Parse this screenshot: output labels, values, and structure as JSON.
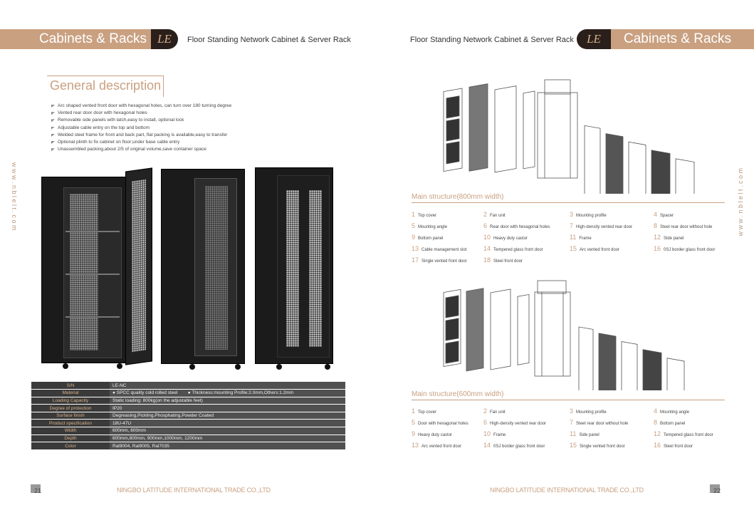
{
  "left": {
    "brand": "Cabinets & Racks",
    "logo": "LE",
    "subtitle": "Floor Standing Network Cabinet & Server Rack",
    "heading": "General description",
    "bullets": [
      "Arc shaped vented front door with hexagonal holes, can turn over 180 turning degree",
      "Vented rear door door with hexagonal holes",
      "Removable side panels with latch,easy to install, optional lock",
      "Adjustable cable entry on the top and bottom",
      "Welded steel frame for front and back part, flat packing is available,easy to transfer",
      "Optional plinth to fix cabinet on floor;under base cable entry",
      "Unassembled packing,about 2/5 of original volume,save container space"
    ],
    "specs": [
      {
        "k": "S/N",
        "v": "LE-NC"
      },
      {
        "k": "Material",
        "v": "SPCC quality cold rolled steel",
        "v2": "Thickness:mounting Profile:2.0mm,Others:1.2mm"
      },
      {
        "k": "Loading Capacity",
        "v": "Static loading: 800kg(on the adjustable feet)"
      },
      {
        "k": "Degree of protection",
        "v": "IP20"
      },
      {
        "k": "Surface finish",
        "v": "Degreasing,Pickling,Phosphating,Powder Coated"
      },
      {
        "k": "Product specification",
        "v": "18U-47U"
      },
      {
        "k": "Width",
        "v": "600mm, 800mm"
      },
      {
        "k": "Depth",
        "v": "600mm,800mm, 900mm,1000mm, 1200mm"
      },
      {
        "k": "Color",
        "v": "Ral9004, Ral9005, Ral7035"
      }
    ],
    "vertical_text": "w w w . n b l e l t . c o m",
    "footer": "NINGBO LATITUDE INTERNATIONAL TRADE CO.,LTD",
    "page": "21"
  },
  "right": {
    "brand": "Cabinets & Racks",
    "logo": "LE",
    "subtitle": "Floor Standing Network Cabinet & Server Rack",
    "section1": "Main structure(800mm width)",
    "parts1": [
      {
        "n": "1",
        "t": "Top cover"
      },
      {
        "n": "2",
        "t": "Fan unit"
      },
      {
        "n": "3",
        "t": "Mounting profile"
      },
      {
        "n": "4",
        "t": "Spacer"
      },
      {
        "n": "5",
        "t": "Mounting angle"
      },
      {
        "n": "6",
        "t": "Rear door with hexagonal holes"
      },
      {
        "n": "7",
        "t": "High-density vented rear door"
      },
      {
        "n": "8",
        "t": "Steel rear door without hole"
      },
      {
        "n": "9",
        "t": "Bottom panel"
      },
      {
        "n": "10",
        "t": "Heavy duty castor"
      },
      {
        "n": "11",
        "t": "Frame"
      },
      {
        "n": "12",
        "t": "Side panel"
      },
      {
        "n": "13",
        "t": "Cable management slot"
      },
      {
        "n": "14",
        "t": "Tempered glass front door"
      },
      {
        "n": "15",
        "t": "Arc vented front door"
      },
      {
        "n": "16",
        "t": "0SJ border glass front door"
      },
      {
        "n": "17",
        "t": "Single vented front door"
      },
      {
        "n": "18",
        "t": "Steel front door"
      }
    ],
    "section2": "Main structure(600mm width)",
    "parts2": [
      {
        "n": "1",
        "t": "Top cover"
      },
      {
        "n": "2",
        "t": "Fan unit"
      },
      {
        "n": "3",
        "t": "Mounting profile"
      },
      {
        "n": "4",
        "t": "Mounting angle"
      },
      {
        "n": "5",
        "t": "Door with hexagonal holes"
      },
      {
        "n": "6",
        "t": "High-density vented rear door"
      },
      {
        "n": "7",
        "t": "Steel rear door without hole"
      },
      {
        "n": "8",
        "t": "Bottom panel"
      },
      {
        "n": "9",
        "t": "Heavy duty castor"
      },
      {
        "n": "10",
        "t": "Frame"
      },
      {
        "n": "11",
        "t": "Side panel"
      },
      {
        "n": "12",
        "t": "Tempered glass front door"
      },
      {
        "n": "13",
        "t": "Arc vented front door"
      },
      {
        "n": "14",
        "t": "0SJ border glass front door"
      },
      {
        "n": "15",
        "t": "Single vented front door"
      },
      {
        "n": "16",
        "t": "Steel front door"
      }
    ],
    "vertical_text": "w w w . n b l e l t . c o m",
    "footer": "NINGBO LATITUDE INTERNATIONAL TRADE CO.,LTD",
    "page": "22"
  }
}
